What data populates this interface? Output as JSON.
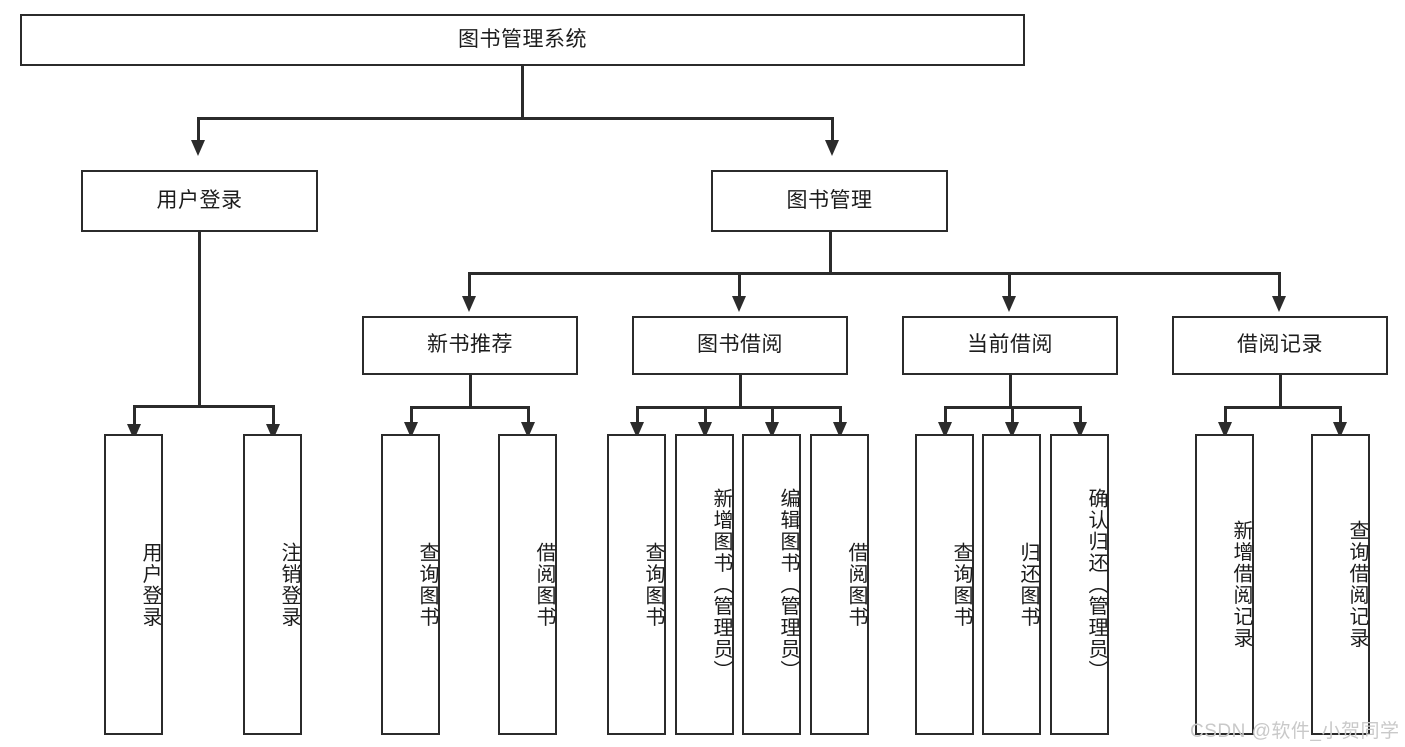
{
  "diagram": {
    "type": "tree-hierarchy-chart",
    "title": "图书管理系统",
    "watermark": "CSDN @软件_小贺同学",
    "root": {
      "label": "图书管理系统"
    },
    "level2": [
      {
        "label": "用户登录"
      },
      {
        "label": "图书管理"
      }
    ],
    "level3": [
      {
        "label": "新书推荐"
      },
      {
        "label": "图书借阅"
      },
      {
        "label": "当前借阅"
      },
      {
        "label": "借阅记录"
      }
    ],
    "leaves": {
      "user_login": [
        {
          "label": "用户登录"
        },
        {
          "label": "注销登录"
        }
      ],
      "new_book_recommend": [
        {
          "label": "查询图书"
        },
        {
          "label": "借阅图书"
        }
      ],
      "book_borrow": [
        {
          "label": "查询图书"
        },
        {
          "label": "新增图书（管理员）"
        },
        {
          "label": "编辑图书（管理员）"
        },
        {
          "label": "借阅图书"
        }
      ],
      "current_borrow": [
        {
          "label": "查询图书"
        },
        {
          "label": "归还图书"
        },
        {
          "label": "确认归还（管理员）"
        }
      ],
      "borrow_record": [
        {
          "label": "新增借阅记录"
        },
        {
          "label": "查询借阅记录"
        }
      ]
    },
    "colors": {
      "stroke": "#2b2b2b",
      "fill": "#ffffff",
      "text": "#1c1c1c",
      "watermark": "#c9c9c9"
    }
  }
}
